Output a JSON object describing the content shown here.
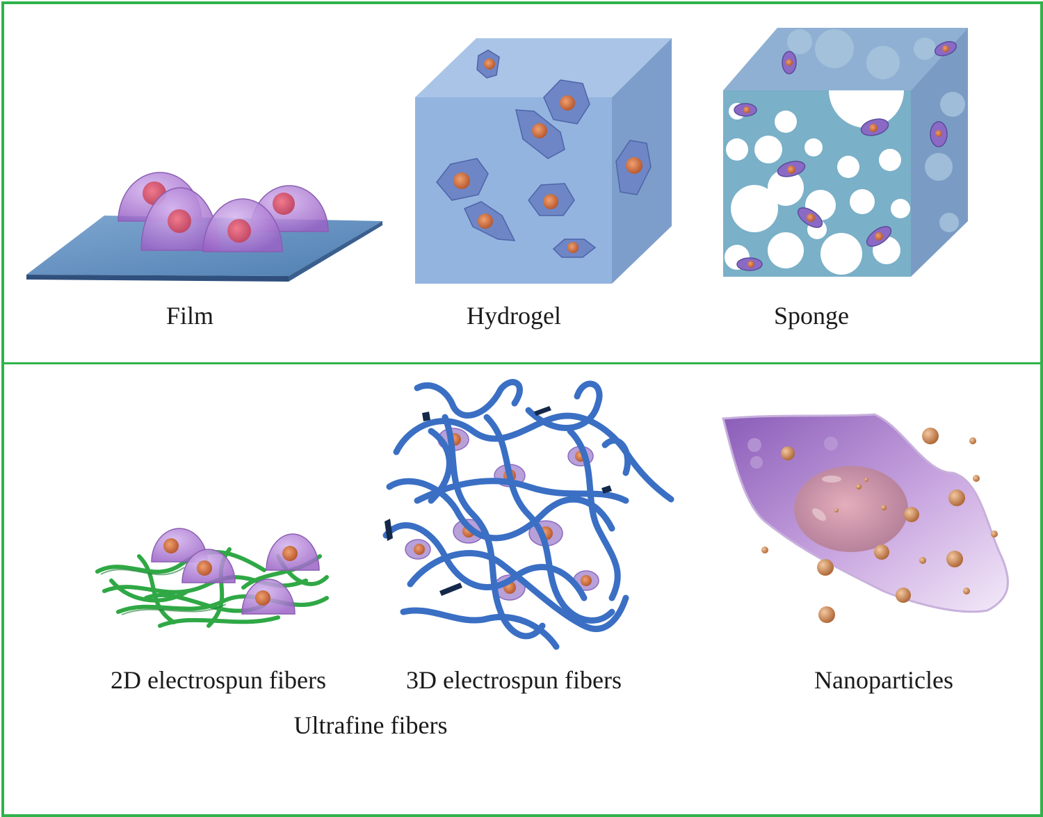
{
  "labels": {
    "film": "Film",
    "hydrogel": "Hydrogel",
    "sponge": "Sponge",
    "fibers_2d": "2D electrospun fibers",
    "fibers_3d": "3D electrospun fibers",
    "nanoparticles": "Nanoparticles",
    "ultrafine": "Ultrafine fibers"
  },
  "colors": {
    "border": "#2fb34a",
    "cell": "#a878d0",
    "nucleus": "#c96070",
    "scaffold_blue": "#8fb0da",
    "fiber_green": "#2fa845",
    "fiber_blue": "#3a6fc4",
    "particle": "#c98a60"
  }
}
